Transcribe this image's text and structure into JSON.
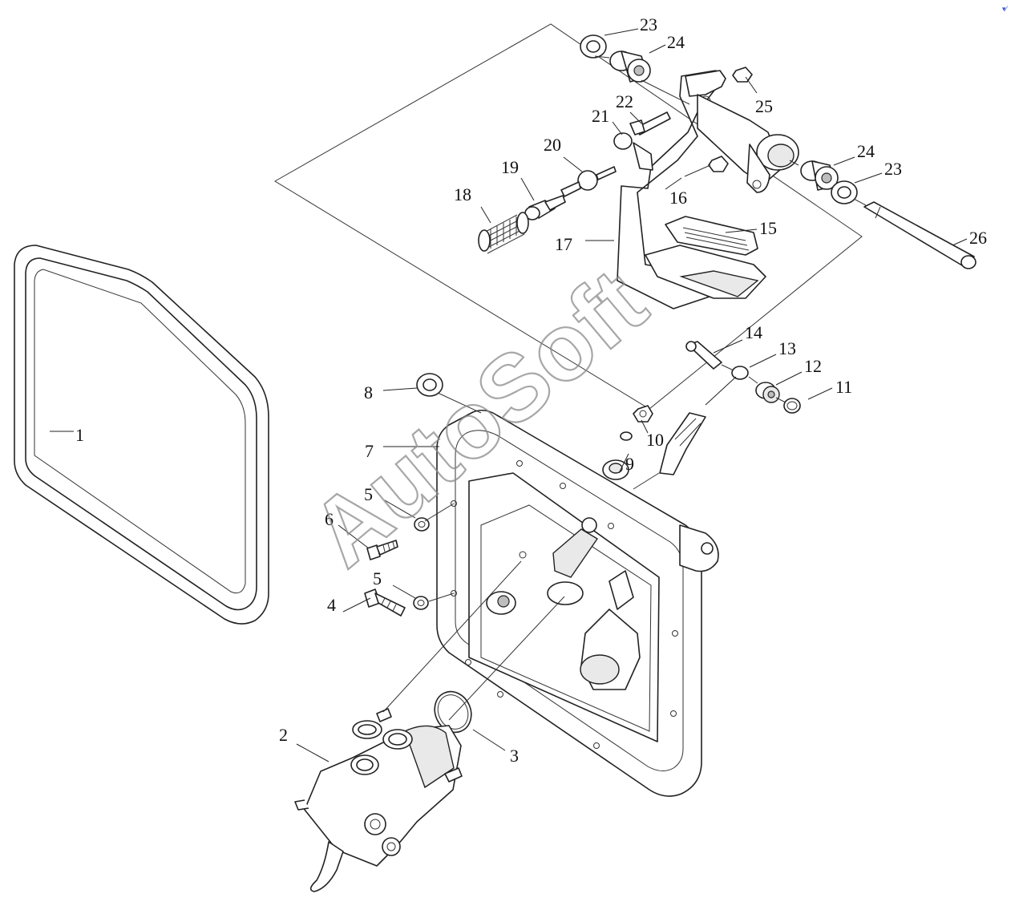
{
  "diagram": {
    "callouts": [
      {
        "id": "1",
        "label": "1"
      },
      {
        "id": "2",
        "label": "2"
      },
      {
        "id": "3",
        "label": "3"
      },
      {
        "id": "4",
        "label": "4"
      },
      {
        "id": "5a",
        "label": "5"
      },
      {
        "id": "5b",
        "label": "5"
      },
      {
        "id": "6",
        "label": "6"
      },
      {
        "id": "7",
        "label": "7"
      },
      {
        "id": "8",
        "label": "8"
      },
      {
        "id": "9",
        "label": "9"
      },
      {
        "id": "10",
        "label": "10"
      },
      {
        "id": "11",
        "label": "11"
      },
      {
        "id": "12",
        "label": "12"
      },
      {
        "id": "13",
        "label": "13"
      },
      {
        "id": "14",
        "label": "14"
      },
      {
        "id": "15",
        "label": "15"
      },
      {
        "id": "16",
        "label": "16"
      },
      {
        "id": "17",
        "label": "17"
      },
      {
        "id": "18",
        "label": "18"
      },
      {
        "id": "19",
        "label": "19"
      },
      {
        "id": "20",
        "label": "20"
      },
      {
        "id": "21",
        "label": "21"
      },
      {
        "id": "22",
        "label": "22"
      },
      {
        "id": "23a",
        "label": "23"
      },
      {
        "id": "23b",
        "label": "23"
      },
      {
        "id": "24a",
        "label": "24"
      },
      {
        "id": "24b",
        "label": "24"
      },
      {
        "id": "25",
        "label": "25"
      },
      {
        "id": "26",
        "label": "26"
      }
    ],
    "watermark": "AutoSoft"
  }
}
